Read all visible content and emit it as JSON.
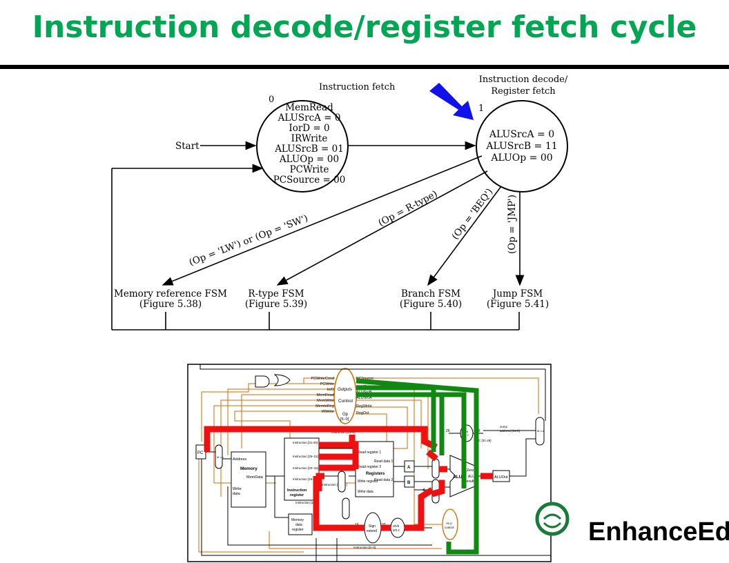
{
  "title": "Instruction decode/register fetch cycle",
  "fsm": {
    "state0": {
      "number": "0",
      "label": "Instruction fetch",
      "lines": [
        "MemRead",
        "ALUSrcA = 0",
        "IorD = 0",
        "IRWrite",
        "ALUSrcB = 01",
        "ALUOp = 00",
        "PCWrite",
        "PCSource = 00"
      ]
    },
    "state1": {
      "number": "1",
      "label_lines": [
        "Instruction decode/",
        "Register fetch"
      ],
      "lines": [
        "ALUSrcA = 0",
        "ALUSrcB = 11",
        "ALUOp = 00"
      ]
    },
    "start_label": "Start",
    "transitions": [
      "(Op = 'LW') or (Op = 'SW')",
      "(Op = R-type)",
      "(Op = 'BEQ')",
      "(Op = 'JMP')"
    ],
    "targets": [
      {
        "name": "Memory reference FSM",
        "figure": "(Figure 5.38)"
      },
      {
        "name": "R-type FSM",
        "figure": "(Figure 5.39)"
      },
      {
        "name": "Branch FSM",
        "figure": "(Figure 5.40)"
      },
      {
        "name": "Jump FSM",
        "figure": "(Figure 5.41)"
      }
    ],
    "arrow_color": "#1111ee"
  },
  "datapath": {
    "control_signals_left": [
      "PCWriteCond",
      "PCWrite",
      "IorD",
      "MemRead",
      "MemWrite",
      "MemtoReg",
      "IRWrite"
    ],
    "control_signals_right": [
      "PCSource",
      "ALUOp",
      "ALUSrcB",
      "ALUSrcA",
      "RegWrite",
      "RegDst"
    ],
    "outputs_label": "Outputs",
    "control_label": "Control",
    "op_label": [
      "Op",
      "[5–0]"
    ],
    "memory": {
      "title": "Memory",
      "address": "Address",
      "memdata": "MemData",
      "write": "Write",
      "data": "data"
    },
    "instr_fields": [
      "Instruction [31-26]",
      "Instruction [25–21]",
      "Instruction [20–16]",
      "Instruction [15–0]"
    ],
    "instr_reg": [
      "Instruction",
      "register"
    ],
    "instr_15_0": "Instruction [15–0]",
    "instr_15_11": "Instruction [15–11]",
    "mdr": [
      "Memory",
      "data",
      "register"
    ],
    "registers": {
      "title": "Registers",
      "rr1": "Read register 1",
      "rr2": "Read register 2",
      "wr": "Write register",
      "wd": "Write data",
      "rd1": "Read data 1",
      "rd2": "Read data 2"
    },
    "a": "A",
    "b": "B",
    "four": "4",
    "sign_extend": [
      "Sign",
      "extend"
    ],
    "shift_left_2": [
      "Shift",
      "left 2"
    ],
    "alu": "ALU",
    "zero": "Zero",
    "alu_result": [
      "ALU",
      "result"
    ],
    "aluout": "ALUOut",
    "alu_control": [
      "ALU",
      "control"
    ],
    "jump_address": [
      "Jump",
      "address [31-0]"
    ],
    "pc": "PC",
    "pc_31_28": "PC [31-28]",
    "instr_25_0": "Instruction [25–0]",
    "instr_5_0": "Instruction [5–0]",
    "bits": [
      "26",
      "28",
      "16",
      "32"
    ],
    "mux_label": "M u x",
    "highlight_red": "#ee1111",
    "highlight_green": "#118811",
    "control_color": "#d46a00"
  },
  "logo": {
    "text": "EnhanceEdu",
    "color": "#1a7a3a"
  }
}
